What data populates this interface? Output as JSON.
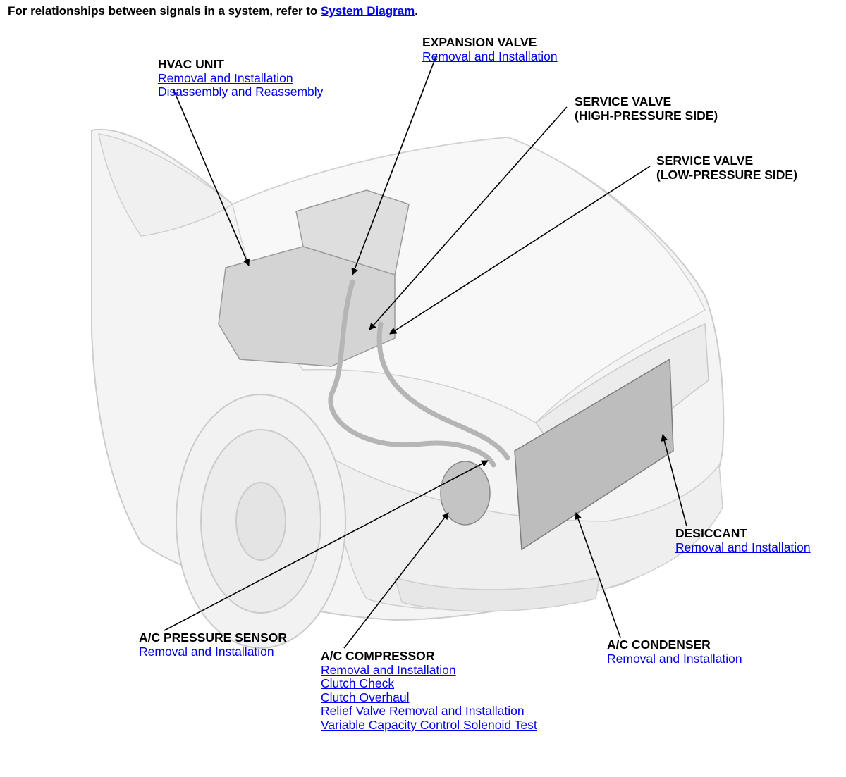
{
  "intro": {
    "prefix": "For relationships between signals in a system, refer to",
    "link": "System Diagram",
    "suffix": "."
  },
  "callouts": [
    {
      "id": "hvac-unit",
      "title_lines": [
        "HVAC UNIT"
      ],
      "links": [
        "Removal and Installation",
        "Disassembly and Reassembly"
      ]
    },
    {
      "id": "expansion-valve",
      "title_lines": [
        "EXPANSION VALVE"
      ],
      "links": [
        "Removal and Installation"
      ]
    },
    {
      "id": "service-valve-high",
      "title_lines": [
        "SERVICE VALVE",
        "(HIGH-PRESSURE SIDE)"
      ],
      "links": []
    },
    {
      "id": "service-valve-low",
      "title_lines": [
        "SERVICE VALVE",
        "(LOW-PRESSURE SIDE)"
      ],
      "links": []
    },
    {
      "id": "desiccant",
      "title_lines": [
        "DESICCANT"
      ],
      "links": [
        "Removal and Installation"
      ]
    },
    {
      "id": "ac-pressure-sensor",
      "title_lines": [
        "A/C PRESSURE SENSOR"
      ],
      "links": [
        "Removal and Installation"
      ]
    },
    {
      "id": "ac-compressor",
      "title_lines": [
        "A/C COMPRESSOR"
      ],
      "links": [
        "Removal and Installation",
        "Clutch Check",
        "Clutch Overhaul",
        "Relief Valve Removal and Installation",
        "Variable Capacity Control Solenoid Test"
      ]
    },
    {
      "id": "ac-condenser",
      "title_lines": [
        "A/C CONDENSER"
      ],
      "links": [
        "Removal and Installation"
      ]
    }
  ],
  "colors": {
    "link": "#0000ee",
    "text": "#000000",
    "line_art": "#cfcfcf"
  }
}
